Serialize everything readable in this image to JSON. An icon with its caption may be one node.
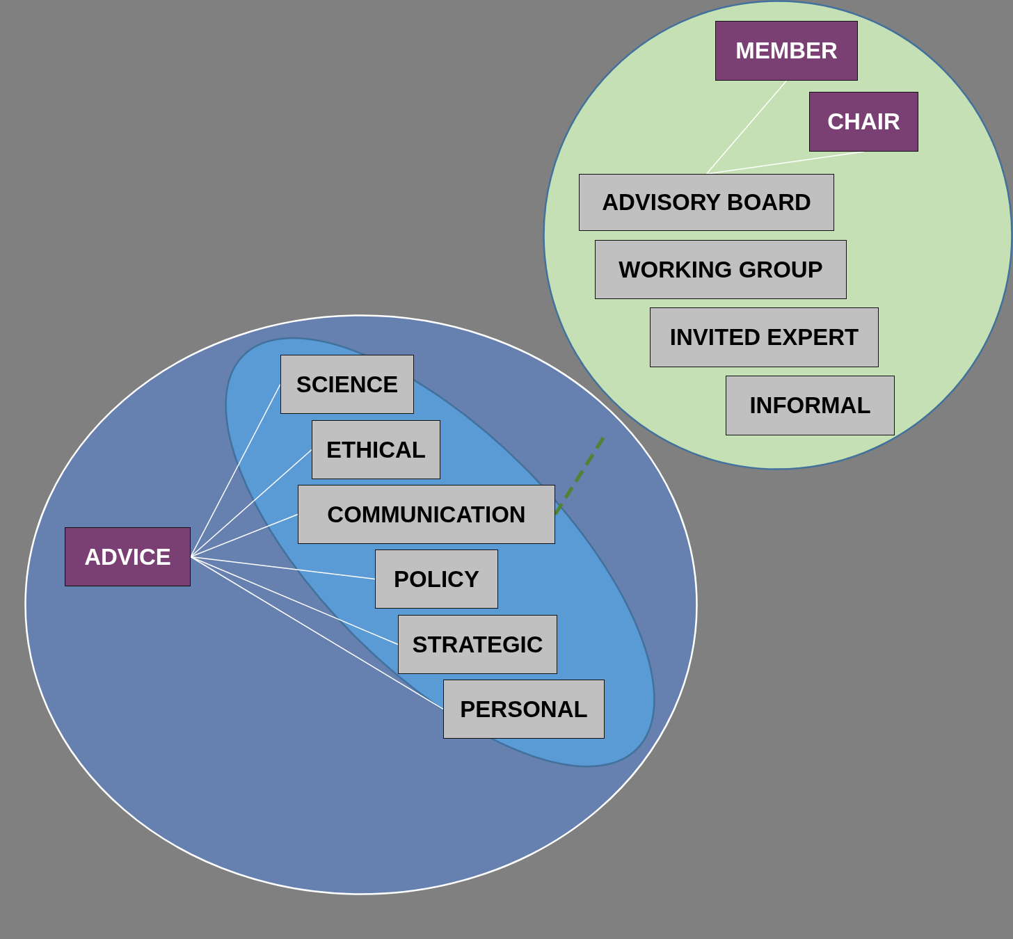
{
  "diagram": {
    "nodes": [
      {
        "text": [],
        "shape": "circle"
      },
      {
        "text": [
          "MEMBER"
        ],
        "in": 0
      },
      {
        "text": [
          "CHAIR"
        ],
        "in": 0
      },
      {
        "text": [
          "ADVISORY BOARD"
        ],
        "in": 0
      },
      {
        "text": [
          "WORKING GROUP"
        ],
        "in": 0
      },
      {
        "text": [
          "INVITED EXPERT"
        ],
        "in": 0
      },
      {
        "text": [
          "INFORMAL"
        ],
        "in": 0
      },
      {
        "text": [],
        "shape": "ellipse"
      },
      {
        "text": [
          "ADVICE"
        ],
        "in": 7
      },
      {
        "text": [],
        "shape": "ellipse",
        "in": 7
      },
      {
        "text": [
          "SCIENCE"
        ],
        "in": 9
      },
      {
        "text": [
          "ETHICAL"
        ],
        "in": 9
      },
      {
        "text": [
          "COMMUNICATION"
        ],
        "in": 9
      },
      {
        "text": [
          "POLICY"
        ],
        "in": 9
      },
      {
        "text": [
          "STRATEGIC"
        ],
        "in": 9
      },
      {
        "text": [
          "PERSONAL"
        ],
        "in": 9
      }
    ],
    "edges": [
      {
        "from": 1,
        "to": 3,
        "arrow": "none"
      },
      {
        "from": 2,
        "to": 3,
        "arrow": "none"
      },
      {
        "from": 8,
        "to": 10,
        "arrow": "none"
      },
      {
        "from": 8,
        "to": 11,
        "arrow": "none"
      },
      {
        "from": 8,
        "to": 12,
        "arrow": "none"
      },
      {
        "from": 8,
        "to": 13,
        "arrow": "none"
      },
      {
        "from": 8,
        "to": 14,
        "arrow": "none"
      },
      {
        "from": 8,
        "to": 15,
        "arrow": "none"
      },
      {
        "from": 12,
        "to": null,
        "arrow": "none",
        "style": "dashed",
        "color": "#548235"
      }
    ]
  }
}
